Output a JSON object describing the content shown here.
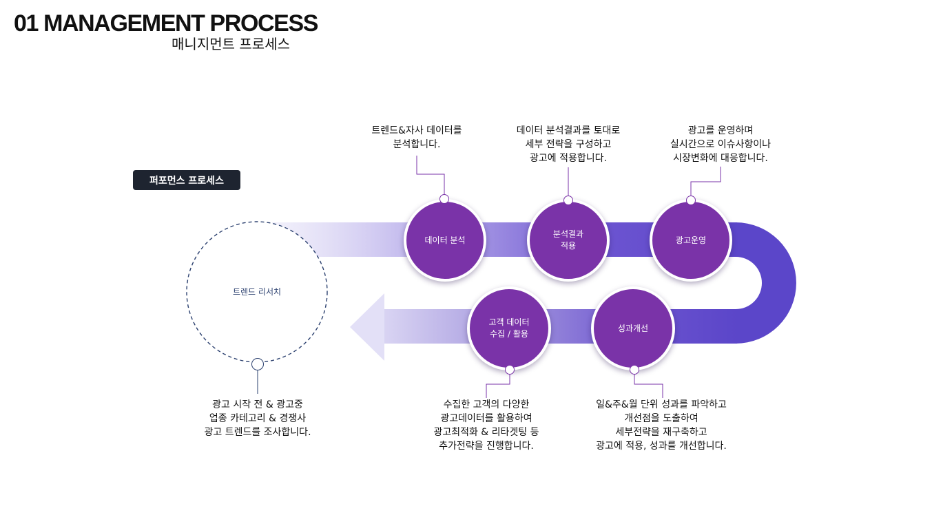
{
  "header": {
    "title": "01 MANAGEMENT PROCESS",
    "subtitle": "매니지먼트 프로세스"
  },
  "badge": {
    "label": "퍼포먼스 프로세스"
  },
  "colors": {
    "node_fill": "#7a33a8",
    "band_dark": "#5b46c9",
    "band_light": "#dcd8f4",
    "badge_bg": "#1e2430",
    "dashed_outline": "#2a3f6e"
  },
  "steps": {
    "trend_research": {
      "label": "트렌드 리서치",
      "description": "광고 시작 전 & 광고중\n업종 카테고리 & 경쟁사\n광고 트렌드를 조사합니다."
    },
    "data_analysis": {
      "label": "데이터 분석",
      "description": "트렌드&자사 데이터를\n분석합니다."
    },
    "apply_results": {
      "label": "분석결과\n적용",
      "description": "데이터 분석결과를 토대로\n세부 전략을 구성하고\n광고에 적용합니다."
    },
    "ad_operation": {
      "label": "광고운영",
      "description": "광고를 운영하며\n실시간으로 이슈사항이나\n시장변화에 대응합니다."
    },
    "performance_improvement": {
      "label": "성과개선",
      "description": "일&주&월 단위 성과를 파악하고\n개선점을 도출하여\n세부전략을 재구축하고\n광고에 적용, 성과를 개선합니다."
    },
    "customer_data": {
      "label": "고객 데이터\n수집 / 활용",
      "description": "수집한 고객의 다양한\n광고데이터를 활용하여\n광고최적화 & 리타겟팅 등\n추가전략을 진행합니다."
    }
  }
}
